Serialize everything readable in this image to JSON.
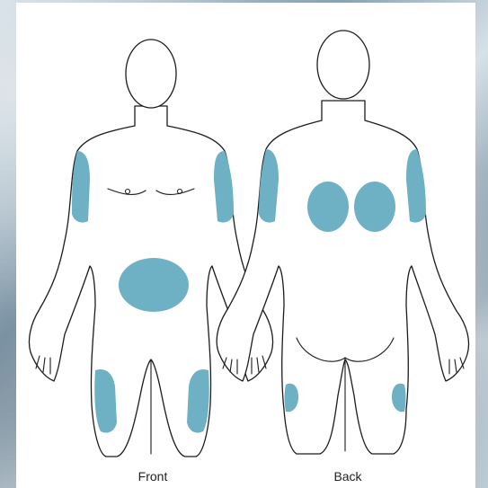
{
  "labels": {
    "front": "Front",
    "back": "Back"
  },
  "colors": {
    "zone": "#6fb1c4",
    "outline": "#1c1c1c",
    "panel": "#ffffff"
  },
  "zones": {
    "front": [
      "upper-arm-left",
      "upper-arm-right",
      "abdomen",
      "thigh-left",
      "thigh-right"
    ],
    "back": [
      "upper-arm-left",
      "upper-arm-right",
      "upper-back-left",
      "upper-back-right",
      "thigh-left",
      "thigh-right"
    ]
  }
}
